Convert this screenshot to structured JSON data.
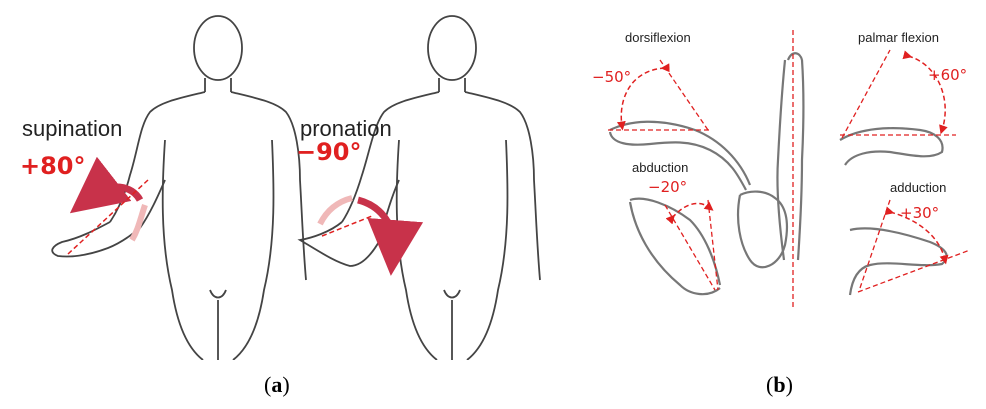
{
  "panel_a": {
    "supination_label": "supination",
    "supination_angle": "+80°",
    "pronation_label": "pronation",
    "pronation_angle": "−90°",
    "caption_letter": "a"
  },
  "panel_b": {
    "dorsiflexion_label": "dorsiflexion",
    "dorsiflexion_angle": "−50°",
    "palmar_flexion_label": "palmar flexion",
    "palmar_flexion_angle": "+60°",
    "abduction_label": "abduction",
    "abduction_angle": "−20°",
    "adduction_label": "adduction",
    "adduction_angle": "+30°",
    "caption_letter": "b"
  },
  "colors": {
    "accent_red": "#e02020",
    "arrow_crimson": "#c8324a",
    "outline": "#444444"
  }
}
